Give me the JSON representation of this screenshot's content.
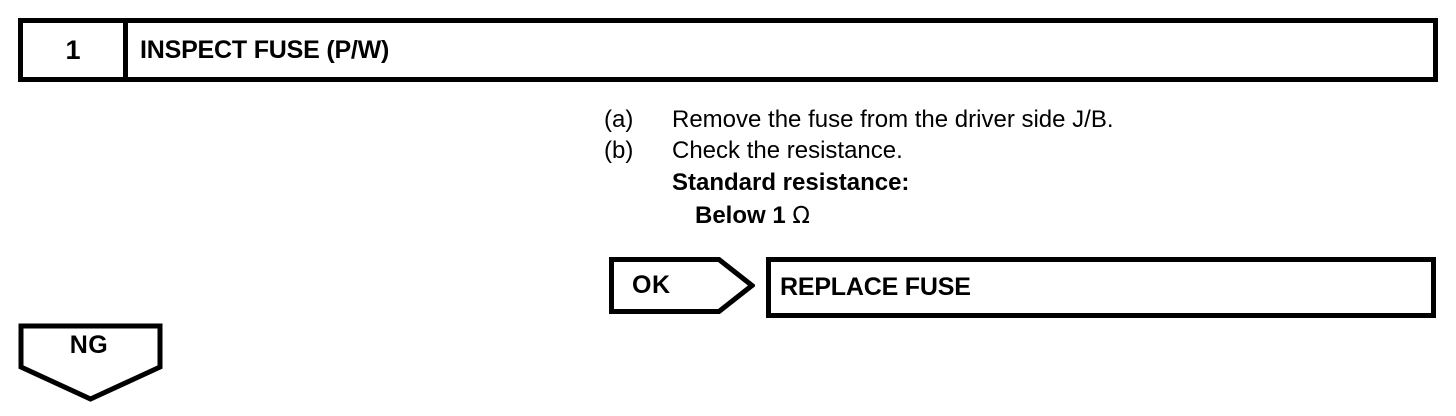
{
  "step": {
    "number": "1",
    "title": "INSPECT FUSE (P/W)"
  },
  "instructions": [
    {
      "marker": "(a)",
      "text": "Remove the fuse from the driver side J/B."
    },
    {
      "marker": "(b)",
      "text": "Check the resistance."
    }
  ],
  "specification": {
    "label": "Standard resistance:",
    "value_text": "Below 1 ",
    "value_unit": "Ω"
  },
  "branches": {
    "ok": {
      "label": "OK",
      "result_label": "REPLACE FUSE"
    },
    "ng": {
      "label": "NG"
    }
  },
  "colors": {
    "ink": "#000000",
    "paper": "#ffffff"
  }
}
